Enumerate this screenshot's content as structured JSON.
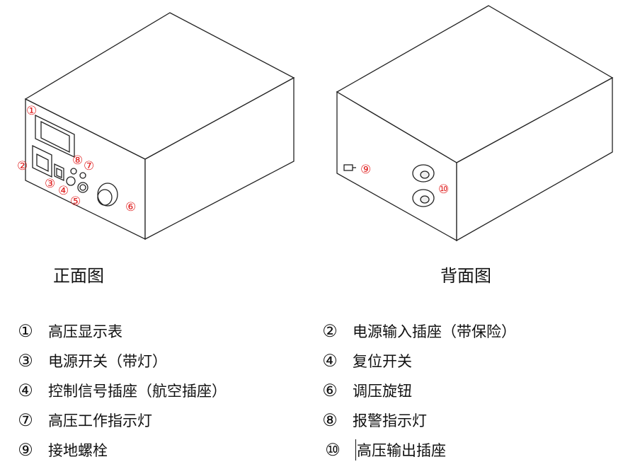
{
  "views": {
    "front": {
      "caption": "正面图",
      "markers": [
        "①",
        "②",
        "③",
        "④",
        "⑤",
        "⑥",
        "⑦",
        "⑧"
      ]
    },
    "back": {
      "caption": "背面图",
      "markers": [
        "⑨",
        "⑩"
      ]
    }
  },
  "legend": [
    {
      "num": "①",
      "label": "高压显示表"
    },
    {
      "num": "②",
      "label": "电源输入插座（带保险）"
    },
    {
      "num": "③",
      "label": "电源开关（带灯）"
    },
    {
      "num": "④",
      "label": "复位开关"
    },
    {
      "num": "④",
      "label": "控制信号插座（航空插座）"
    },
    {
      "num": "⑥",
      "label": "调压旋钮"
    },
    {
      "num": "⑦",
      "label": "高压工作指示灯"
    },
    {
      "num": "⑧",
      "label": "报警指示灯"
    },
    {
      "num": "⑨",
      "label": "接地螺栓"
    },
    {
      "num": "⑩",
      "label": "高压输出插座"
    }
  ],
  "colors": {
    "marker": "#e02020",
    "line": "#222222"
  }
}
